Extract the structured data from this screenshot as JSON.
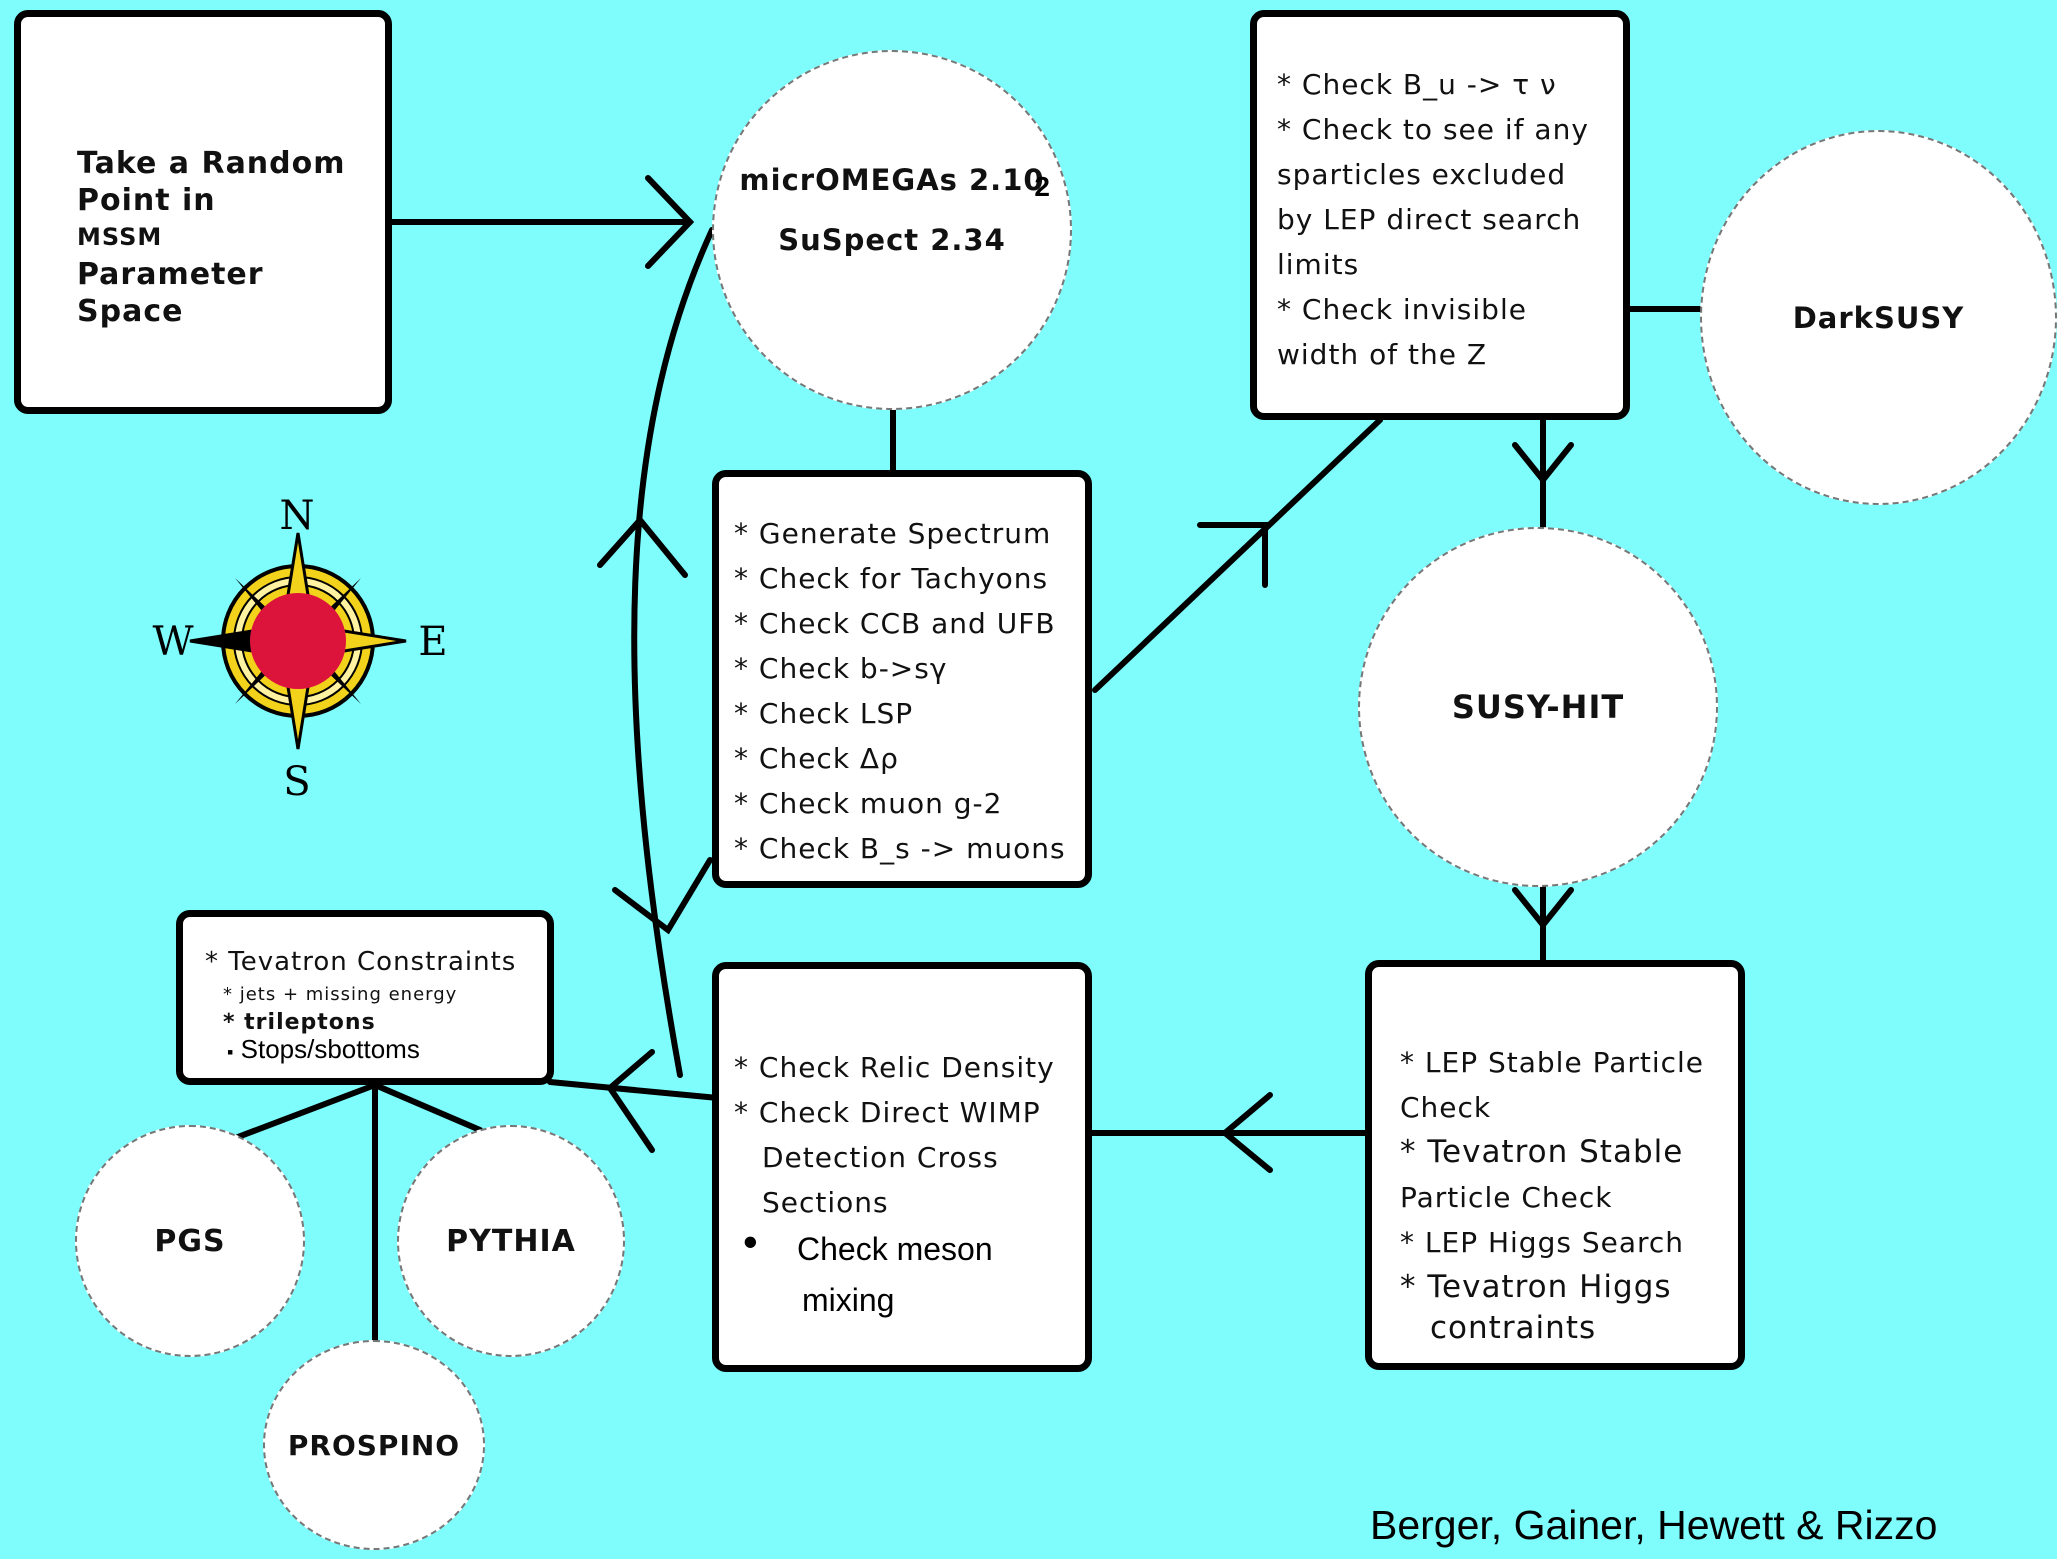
{
  "start_box": {
    "lines": [
      "Take a Random",
      "Point in",
      "MSSM",
      "Parameter",
      "Space"
    ]
  },
  "micromegas": {
    "line1": "micrOMEGAs 2.10",
    "superscript": "2",
    "line2": "SuSpect 2.34"
  },
  "spectrum_box": {
    "lines": [
      "* Generate Spectrum",
      "* Check for Tachyons",
      "* Check CCB and UFB",
      "* Check b->sγ",
      "* Check LSP",
      "* Check Δρ",
      "* Check muon g-2",
      "* Check B_s -> muons"
    ]
  },
  "checks_box": {
    "lines": [
      "* Check B_u -> τ ν",
      "* Check to see if any",
      "sparticles excluded",
      "by LEP direct search",
      "limits",
      "* Check invisible",
      "width of the Z"
    ]
  },
  "darksusy": {
    "label": "DarkSUSY"
  },
  "susyhit": {
    "label": "SUSY-HIT"
  },
  "lep_box": {
    "lines": [
      "* LEP Stable Particle",
      "Check",
      "* Tevatron Stable",
      "Particle Check",
      "* LEP Higgs Search",
      "* Tevatron Higgs",
      "contraints"
    ]
  },
  "relic_box": {
    "lines": [
      "* Check Relic Density",
      "* Check Direct WIMP",
      "Detection Cross",
      "Sections"
    ],
    "bullet": "•",
    "extra_lines": [
      "Check meson",
      "mixing"
    ]
  },
  "tevatron_box": {
    "title": "* Tevatron Constraints",
    "line2": "* jets + missing energy",
    "line3": "* trileptons",
    "line4_bullet": "▪",
    "line4": "Stops/sbottoms"
  },
  "pgs": {
    "label": "PGS"
  },
  "pythia": {
    "label": "PYTHIA"
  },
  "prospino": {
    "label": "PROSPINO"
  },
  "compass": {
    "n": "N",
    "s": "S",
    "e": "E",
    "w": "W"
  },
  "credit": "Berger, Gainer, Hewett & Rizzo",
  "colors": {
    "background": "#7ffdfd",
    "compass_gold": "#f2d21a",
    "compass_center": "#dc143c"
  }
}
